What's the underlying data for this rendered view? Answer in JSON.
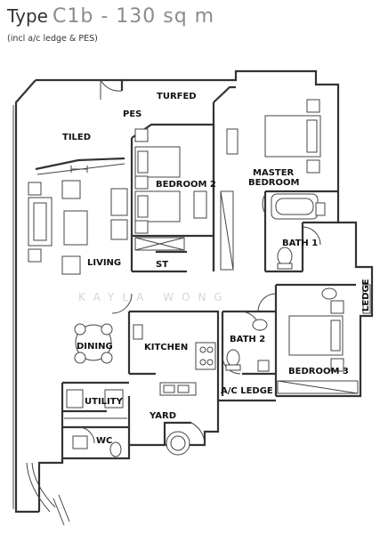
{
  "header": {
    "type_prefix": "Type",
    "unit_name": "C1b - 130 sq m",
    "subtitle": "(incl a/c ledge & PES)"
  },
  "watermark": "KAYLA WONG",
  "rooms": {
    "turfed": "TURFED",
    "pes": "PES",
    "tiled": "TILED",
    "bedroom2": "BEDROOM 2",
    "master_line1": "MASTER",
    "master_line2": "BEDROOM",
    "bath1": "BATH 1",
    "living": "LIVING",
    "st": "ST",
    "ledge": "LEDGE",
    "dining": "DINING",
    "kitchen": "KITCHEN",
    "bath2": "BATH 2",
    "bedroom3": "BEDROOM 3",
    "utility": "UTILITY",
    "ac_ledge": "A/C LEDGE",
    "yard": "YARD",
    "wc": "WC"
  }
}
